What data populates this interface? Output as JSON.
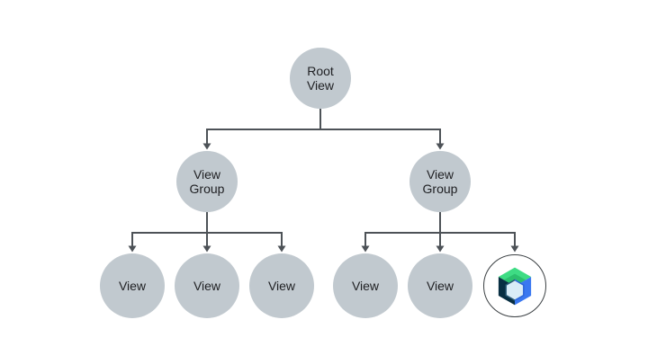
{
  "diagram": {
    "name": "view-hierarchy-tree",
    "nodes": {
      "root": {
        "label": "Root\nView"
      },
      "view_group_left": {
        "label": "View\nGroup"
      },
      "view_group_right": {
        "label": "View\nGroup"
      },
      "view_1": {
        "label": "View"
      },
      "view_2": {
        "label": "View"
      },
      "view_3": {
        "label": "View"
      },
      "view_4": {
        "label": "View"
      },
      "view_5": {
        "label": "View"
      },
      "compose": {
        "icon": "jetpack-compose-logo"
      }
    },
    "colors": {
      "background": "#ffffff",
      "node_fill": "#c1c9cf",
      "node_text": "#202124",
      "connector": "#4d5257",
      "compose_ring": "#3b4043",
      "compose_green_light": "#3edc84",
      "compose_green_dark": "#2cc06e",
      "compose_navy": "#082f42",
      "compose_blue": "#3a78f0",
      "compose_rim_left": "#2a5a75",
      "compose_rim_right": "#2b66d9",
      "compose_inner": "#d9ecf7"
    }
  }
}
